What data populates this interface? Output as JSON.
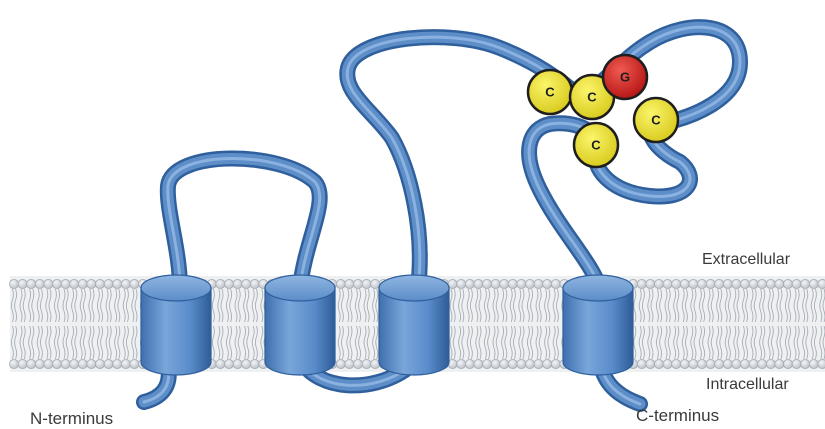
{
  "labels": {
    "extracellular": "Extracellular",
    "intracellular": "Intracellular",
    "n_terminus": "N-terminus",
    "c_terminus": "C-terminus"
  },
  "sites": {
    "cysteine": "C",
    "glycine": "G"
  },
  "colors": {
    "protein": "#5e8ec8",
    "protein_stroke": "#2f5f9c",
    "membrane_head": "#c9cdd2",
    "cysteine": "#e8df2a",
    "glycine": "#d21f1f"
  }
}
